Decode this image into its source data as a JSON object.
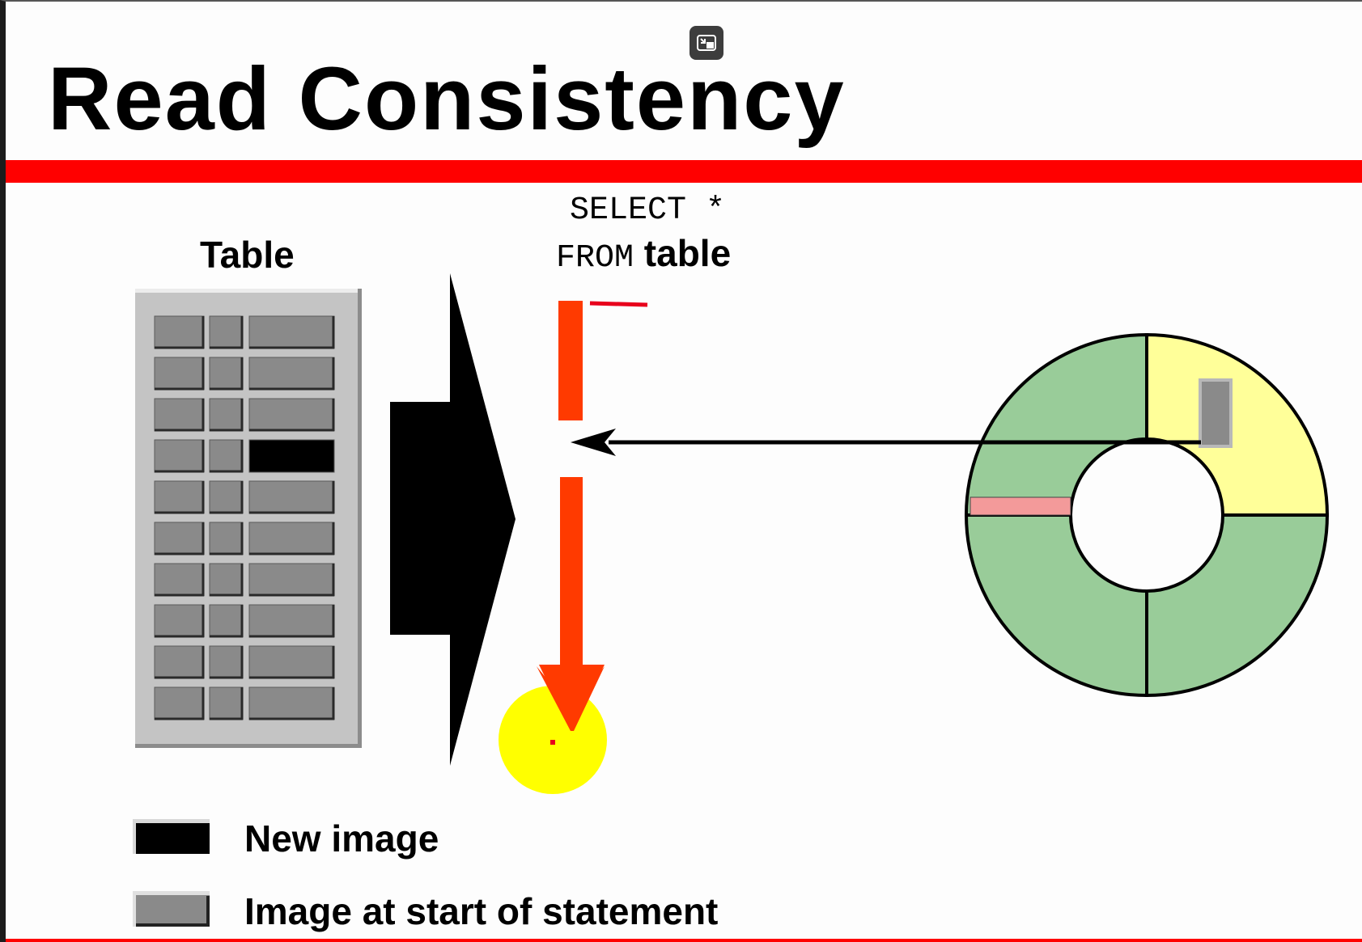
{
  "slide": {
    "title": "Read Consistency"
  },
  "diagram": {
    "table_label": "Table",
    "query": {
      "select_keyword": "SELECT *",
      "from_keyword": "FROM",
      "table_word": "table"
    },
    "legend": {
      "new_image_label": "New image",
      "old_image_label": "Image at start of statement"
    },
    "colors": {
      "accent_red": "#ff0000",
      "scan_orange": "#ff3a00",
      "cell_gray": "#8a8a8a",
      "new_image_black": "#000000",
      "segment_green": "#99cc99",
      "segment_yellow": "#ffff99",
      "segment_pink": "#f39a9a",
      "highlight_yellow": "#ffff00"
    },
    "table_grid": {
      "rows": 10,
      "columns": 3,
      "new_image_row": 4,
      "new_image_column": 3
    },
    "undo_ring": {
      "segments": 4,
      "active_segment": "top-right"
    }
  },
  "controls": {
    "exit_fullscreen_icon": "exit-fullscreen-icon"
  }
}
